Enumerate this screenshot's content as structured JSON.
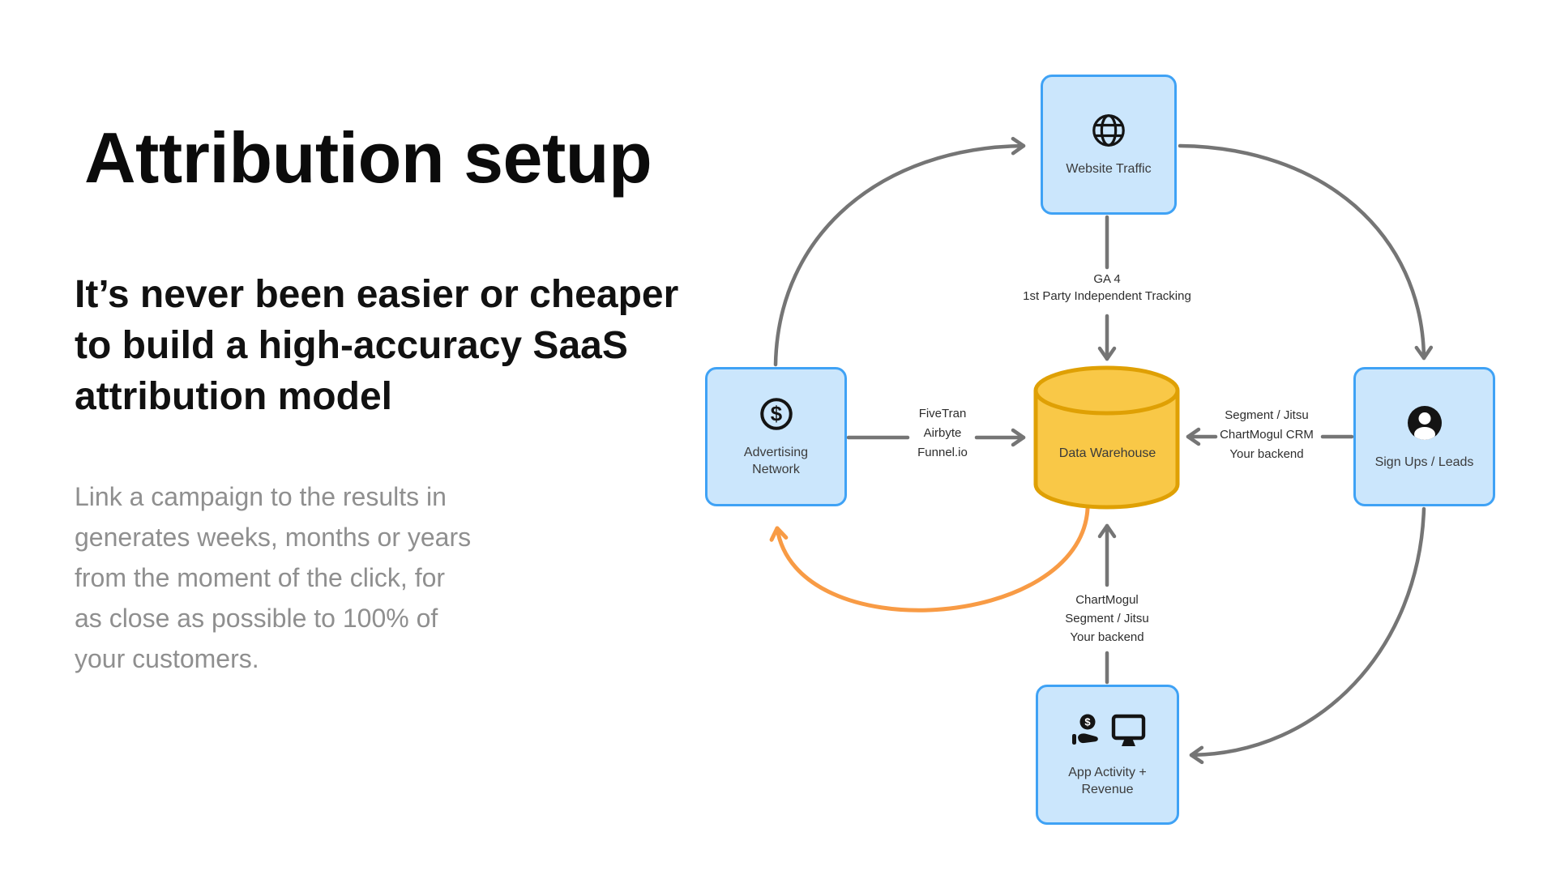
{
  "slide": {
    "background": "#FFFFFF"
  },
  "title": "Attribution setup",
  "intro": {
    "subtitle_lines": [
      "It’s never been easier or cheaper",
      "to build a high-accuracy SaaS",
      "attribution model"
    ],
    "paragraph_lines": [
      "Link a campaign to the results in",
      "generates weeks, months or years",
      "from the moment of the click, for",
      "as close as possible to 100% of",
      "your customers."
    ]
  },
  "diagram": {
    "nodes": {
      "website_traffic": {
        "label": "Website Traffic",
        "icon": "globe-icon"
      },
      "advertising_network": {
        "line1": "Advertising",
        "line2": "Network",
        "icon": "dollar-circle-icon"
      },
      "data_warehouse": {
        "label": "Data Warehouse",
        "shape": "cylinder"
      },
      "sign_ups_leads": {
        "label": "Sign Ups / Leads",
        "icon": "user-circle-icon"
      },
      "app_activity": {
        "line1": "App Activity +",
        "line2": "Revenue",
        "icon": "hand-coin-icon + monitor-icon"
      }
    },
    "connector_labels": {
      "website_to_warehouse": {
        "line1": "GA 4",
        "line2": "1st Party Independent Tracking"
      },
      "advertising_to_warehouse": {
        "line1": "FiveTran",
        "line2": "Airbyte",
        "line3": "Funnel.io"
      },
      "signups_to_warehouse": {
        "line1": "Segment / Jitsu",
        "line2": "ChartMogul CRM",
        "line3": "Your backend"
      },
      "app_to_warehouse": {
        "line1": "ChartMogul",
        "line2": "Segment / Jitsu",
        "line3": "Your backend"
      }
    },
    "icons": {
      "dollar_glyph": "$",
      "coin_glyph": "$"
    },
    "colors": {
      "node_fill": "#CBE6FC",
      "node_border": "#3FA2F5",
      "warehouse_fill": "#F9C847",
      "warehouse_border": "#DFA004",
      "connector_gray": "#757575",
      "feedback_orange": "#F89B45",
      "node_text": "#3B3B3B",
      "connector_label_text": "#2D2D2D",
      "title_text": "#0B0B0B",
      "paragraph_text": "#8F8F8F"
    }
  }
}
